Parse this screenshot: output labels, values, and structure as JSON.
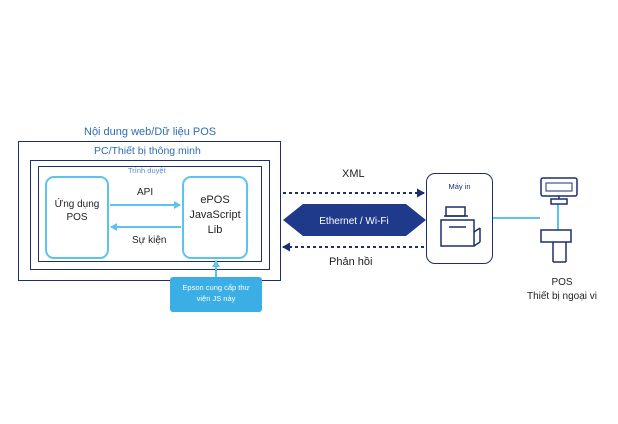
{
  "outer_box": {
    "title": "Nội dung web/Dữ liệu POS"
  },
  "device_box": {
    "title": "PC/Thiết bị thông minh"
  },
  "browser_box": {
    "title": "Trình duyệt"
  },
  "pos_app": {
    "line1": "Ứng dụng",
    "line2": "POS"
  },
  "epos_lib": {
    "line1": "ePOS",
    "line2": "JavaScript",
    "line3": "Lib"
  },
  "api_label": "API",
  "event_label": "Sự kiện",
  "epson_note": {
    "line1": "Epson cung cấp thư",
    "line2": "viện JS này"
  },
  "xml_label": "XML",
  "network_label": "Ethernet / Wi-Fi",
  "response_label": "Phản hồi",
  "printer": {
    "label": "Máy in"
  },
  "peripherals": {
    "line1": "POS",
    "line2": "Thiết bị ngoại vi"
  },
  "colors": {
    "navy": "#1b2f6e",
    "blue_text": "#2f6cb5",
    "light_blue": "#5cc3ee",
    "callout": "#3aaee5",
    "banner": "#1f3a8a"
  }
}
